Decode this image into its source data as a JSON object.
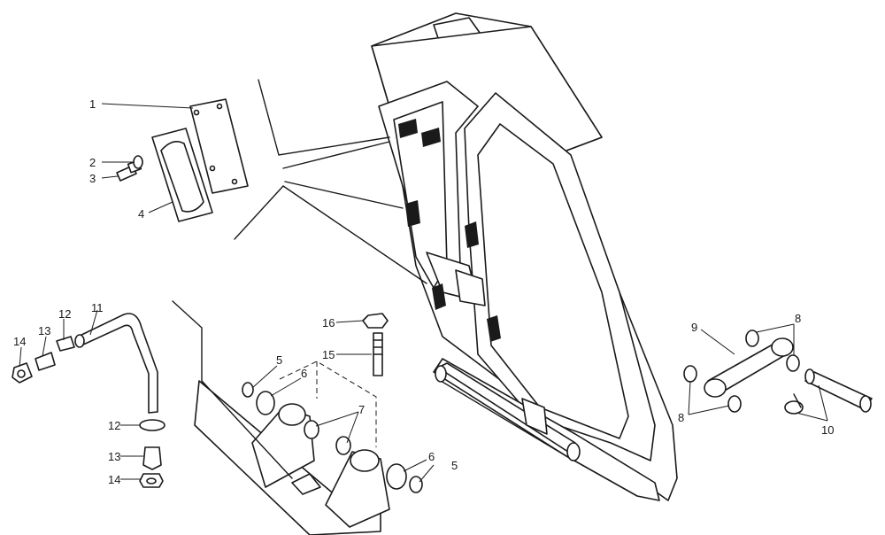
{
  "diagram": {
    "callouts": [
      {
        "id": "c1",
        "label": "1"
      },
      {
        "id": "c2",
        "label": "2"
      },
      {
        "id": "c3",
        "label": "3"
      },
      {
        "id": "c4",
        "label": "4"
      },
      {
        "id": "c5a",
        "label": "5"
      },
      {
        "id": "c5b",
        "label": "5"
      },
      {
        "id": "c6a",
        "label": "6"
      },
      {
        "id": "c6b",
        "label": "6"
      },
      {
        "id": "c7",
        "label": "7"
      },
      {
        "id": "c8a",
        "label": "8"
      },
      {
        "id": "c8b",
        "label": "8"
      },
      {
        "id": "c9",
        "label": "9"
      },
      {
        "id": "c10",
        "label": "10"
      },
      {
        "id": "c11",
        "label": "11"
      },
      {
        "id": "c12a",
        "label": "12"
      },
      {
        "id": "c12b",
        "label": "12"
      },
      {
        "id": "c13a",
        "label": "13"
      },
      {
        "id": "c13b",
        "label": "13"
      },
      {
        "id": "c14a",
        "label": "14"
      },
      {
        "id": "c14b",
        "label": "14"
      },
      {
        "id": "c15",
        "label": "15"
      },
      {
        "id": "c16",
        "label": "16"
      }
    ]
  }
}
